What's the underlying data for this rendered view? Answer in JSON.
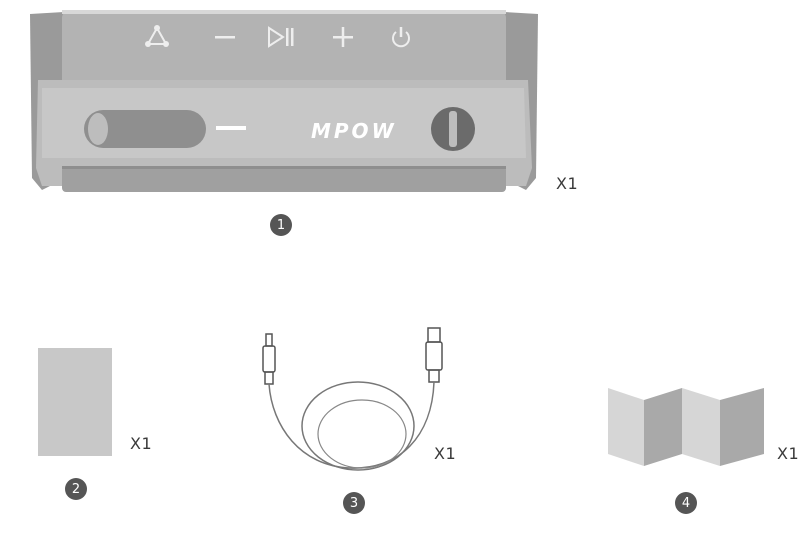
{
  "items": [
    {
      "number": "1",
      "quantity": "X1",
      "icon": "speaker-icon"
    },
    {
      "number": "2",
      "quantity": "X1",
      "icon": "card-icon"
    },
    {
      "number": "3",
      "quantity": "X1",
      "icon": "usb-cable-icon"
    },
    {
      "number": "4",
      "quantity": "X1",
      "icon": "folded-manual-icon"
    }
  ],
  "speaker": {
    "brand": "MPOW",
    "buttons": [
      "pairing-icon",
      "volume-down-icon",
      "play-pause-icon",
      "volume-up-icon",
      "power-icon"
    ]
  },
  "colors": {
    "body": "#a8a8a8",
    "panel": "#c9c9c9",
    "dark": "#555555",
    "light": "#e4e4e4"
  }
}
